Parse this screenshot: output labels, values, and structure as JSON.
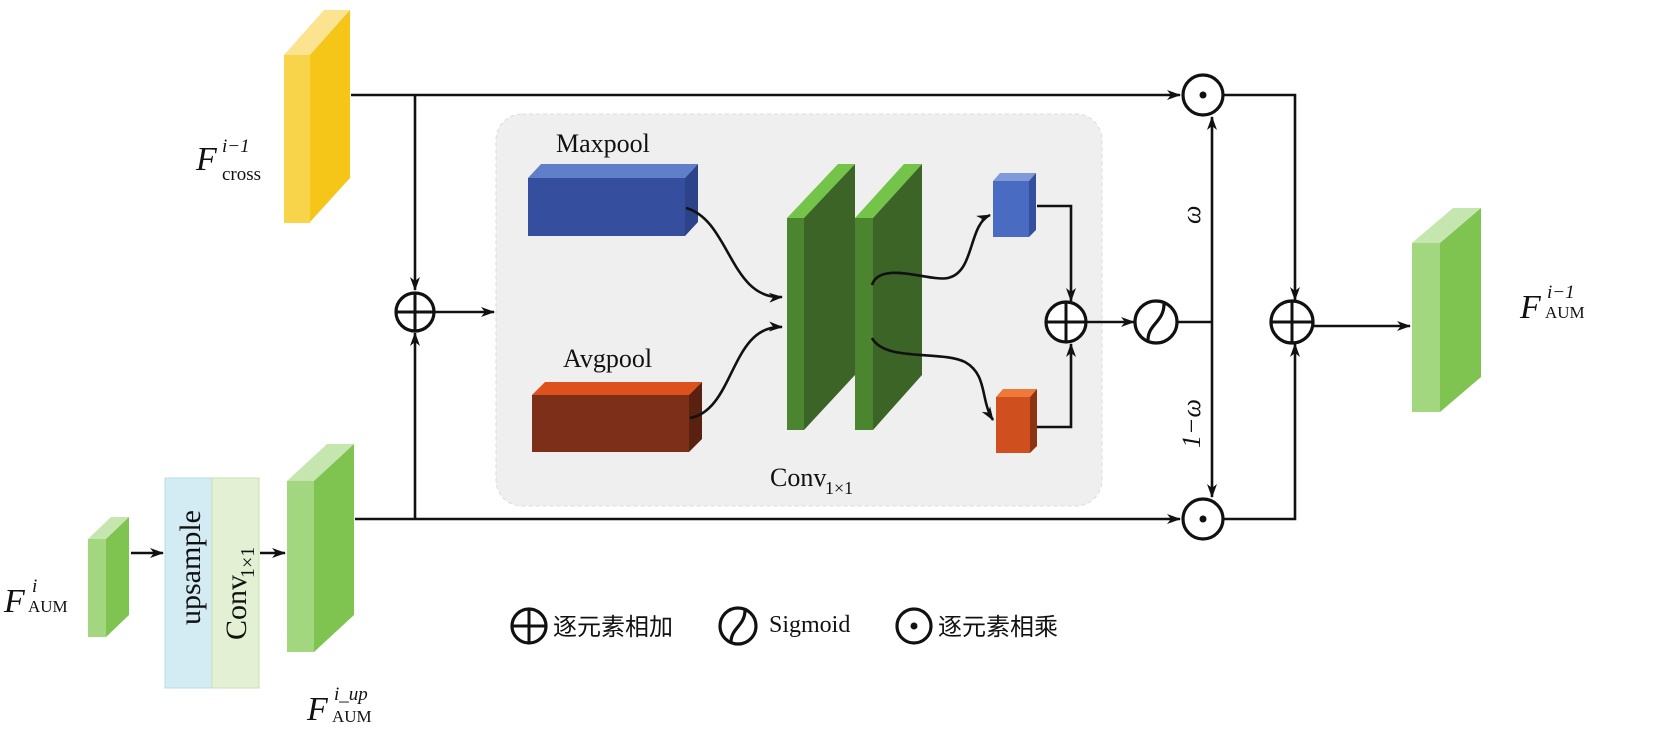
{
  "diagram": {
    "features": {
      "f_cross": {
        "symbol": "F",
        "sup": "i−1",
        "sub": "cross",
        "color_front": "#f7d44a",
        "color_side": "#f5c518",
        "color_top": "#fbe38f"
      },
      "f_aum_in": {
        "symbol": "F",
        "sup": "i",
        "sub": "AUM",
        "color_front": "#a3d77f",
        "color_side": "#7fc451",
        "color_top": "#c6e6b0"
      },
      "f_aum_up": {
        "symbol": "F",
        "sup": "i_up",
        "sub": "AUM"
      },
      "f_aum_out": {
        "symbol": "F",
        "sup": "i−1",
        "sub": "AUM"
      }
    },
    "upsample_block": {
      "label": "upsample",
      "conv_label": "Conv",
      "conv_sub": "1×1",
      "color_upsample": "#d3ecf3",
      "color_conv": "#e3f0d3"
    },
    "attention_block": {
      "maxpool_label": "Maxpool",
      "avgpool_label": "Avgpool",
      "conv_label": "Conv",
      "conv_sub": "1×1",
      "bg_color": "#efefef",
      "maxpool_color": "#354f9e",
      "avgpool_color": "#7e2f19",
      "conv_color": "#3d6427",
      "conv_edge_color": "#74c44a"
    },
    "weights": {
      "top": "ω",
      "bottom": "1−ω"
    },
    "operators": {
      "add": "element-wise-add",
      "sigmoid": "sigmoid",
      "mul": "element-wise-multiply"
    },
    "legend": [
      {
        "icon": "circle-plus-icon",
        "label": "逐元素相加"
      },
      {
        "icon": "sigmoid-icon",
        "label": "Sigmoid"
      },
      {
        "icon": "circle-dot-icon",
        "label": "逐元素相乘"
      }
    ]
  }
}
